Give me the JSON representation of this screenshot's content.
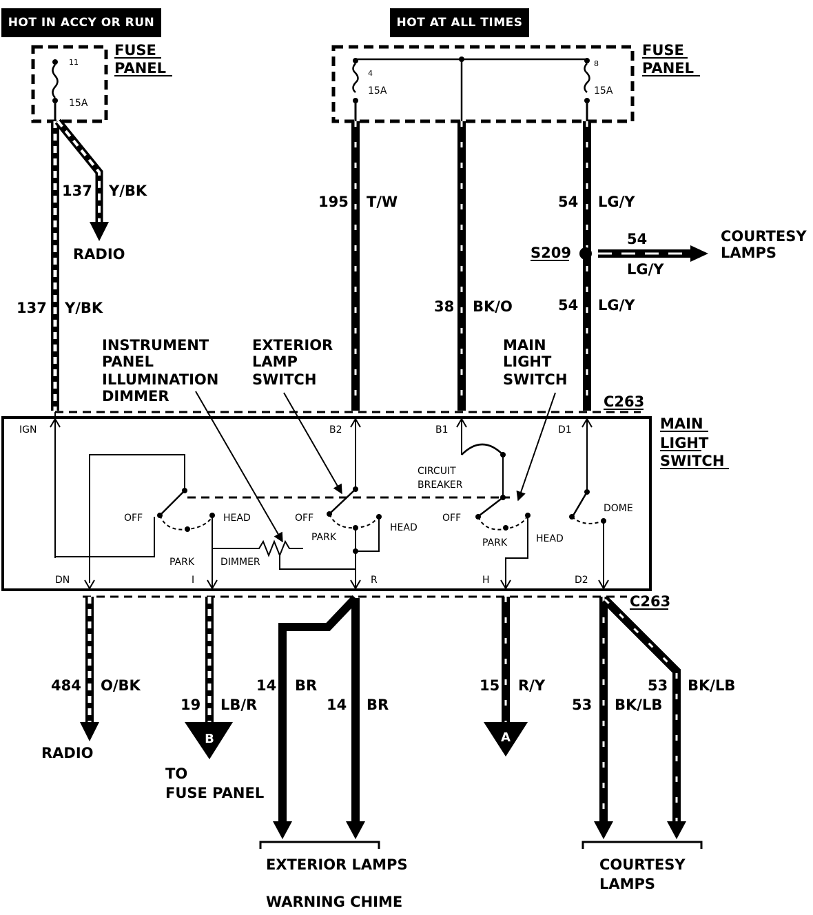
{
  "headers": {
    "accy_run": "HOT IN ACCY OR RUN",
    "all_times": "HOT AT ALL TIMES"
  },
  "fuse_panel_left": {
    "label_line1": "FUSE",
    "label_line2": "PANEL",
    "fuse_number": "11",
    "fuse_rating": "15A"
  },
  "fuse_panel_right": {
    "label_line1": "FUSE",
    "label_line2": "PANEL",
    "fuse_a_number": "4",
    "fuse_a_rating": "15A",
    "fuse_b_number": "8",
    "fuse_b_rating": "15A"
  },
  "wires": {
    "w137_upper": {
      "circuit": "137",
      "color": "Y/BK"
    },
    "w137_lower": {
      "circuit": "137",
      "color": "Y/BK"
    },
    "w195": {
      "circuit": "195",
      "color": "T/W"
    },
    "w54_upper": {
      "circuit": "54",
      "color": "LG/Y"
    },
    "w54_branch": {
      "circuit": "54",
      "color": "LG/Y"
    },
    "w38": {
      "circuit": "38",
      "color": "BK/O"
    },
    "w54_lower": {
      "circuit": "54",
      "color": "LG/Y"
    },
    "w484": {
      "circuit": "484",
      "color": "O/BK"
    },
    "w19": {
      "circuit": "19",
      "color": "LB/R"
    },
    "w14_a": {
      "circuit": "14",
      "color": "BR"
    },
    "w14_b": {
      "circuit": "14",
      "color": "BR"
    },
    "w15": {
      "circuit": "15",
      "color": "R/Y"
    },
    "w53_a": {
      "circuit": "53",
      "color": "BK/LB"
    },
    "w53_b": {
      "circuit": "53",
      "color": "BK/LB"
    }
  },
  "destinations": {
    "radio_top": "RADIO",
    "courtesy_top_line1": "COURTESY",
    "courtesy_top_line2": "LAMPS",
    "radio_bottom": "RADIO",
    "to_fuse_line1": "TO",
    "to_fuse_line2": "FUSE PANEL",
    "connector_b": "B",
    "connector_a": "A",
    "exterior_lamps": "EXTERIOR LAMPS",
    "warning_chime": "WARNING CHIME",
    "courtesy_bottom_line1": "COURTESY",
    "courtesy_bottom_line2": "LAMPS"
  },
  "splice": "S209",
  "connectors": {
    "top": "C263",
    "bottom": "C263"
  },
  "callouts": {
    "ip_dimmer": [
      "INSTRUMENT",
      "PANEL",
      "ILLUMINATION",
      "DIMMER"
    ],
    "ext_lamp_switch": [
      "EXTERIOR",
      "LAMP",
      "SWITCH"
    ],
    "main_light_switch_callout": [
      "MAIN",
      "LIGHT",
      "SWITCH"
    ],
    "main_light_switch_box": [
      "MAIN",
      "LIGHT",
      "SWITCH"
    ]
  },
  "switch_box": {
    "pins": {
      "ign": "IGN",
      "b2": "B2",
      "b1": "B1",
      "d1": "D1",
      "dn": "DN",
      "i": "I",
      "r": "R",
      "h": "H",
      "d2": "D2"
    },
    "labels": {
      "off1": "OFF",
      "head1": "HEAD",
      "park1": "PARK",
      "dimmer": "DIMMER",
      "off2": "OFF",
      "head2": "HEAD",
      "park2": "PARK",
      "circuit": "CIRCUIT",
      "breaker": "BREAKER",
      "off3": "OFF",
      "park3": "PARK",
      "head3": "HEAD",
      "dome": "DOME"
    }
  }
}
